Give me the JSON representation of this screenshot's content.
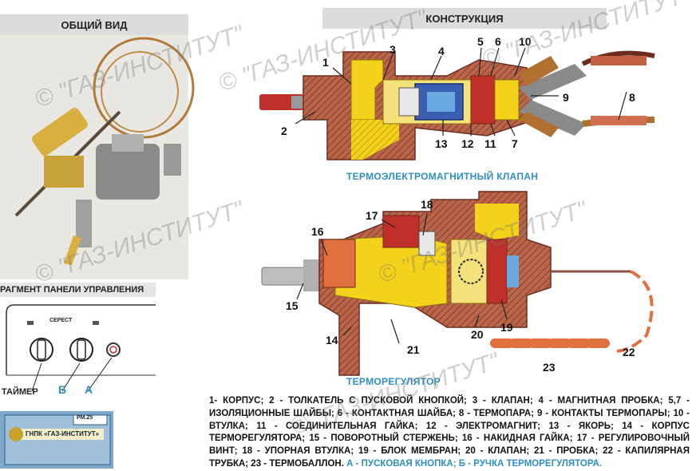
{
  "headers": {
    "general": "ОБЩИЙ ВИД",
    "construction": "КОНСТРУКЦИЯ",
    "panel": "РАГМЕНТ ПАНЕЛИ УПРАВЛЕНИЯ"
  },
  "captions": {
    "valve": "ТЕРМОЭЛЕКТРОМАГНИТНЫЙ КЛАПАН",
    "thermo": "ТЕРМОРЕГУЛЯТОР"
  },
  "panel_labels": {
    "timer": "ТАЙМЕР",
    "b": "Б",
    "a": "А",
    "brand": "СЕРЕСТ"
  },
  "badge": {
    "code": "РМ.25",
    "org": "ГНПК «ГАЗ-ИНСТИТУТ»"
  },
  "watermark": "© \"ГАЗ-ИНСТИТУТ\"",
  "numbers": {
    "n1": "1",
    "n2": "2",
    "n3": "3",
    "n4": "4",
    "n5": "5",
    "n6": "6",
    "n7": "7",
    "n8": "8",
    "n9": "9",
    "n10": "10",
    "n11": "11",
    "n12": "12",
    "n13": "13",
    "n14": "14",
    "n15": "15",
    "n16": "16",
    "n17": "17",
    "n18": "18",
    "n19": "19",
    "n20": "20",
    "n21": "21",
    "n22": "22",
    "n23": "23"
  },
  "legend": {
    "main": "1- КОРПУС; 2 - ТОЛКАТЕЛЬ С ПУСКОВОЙ КНОПКОЙ; 3 - КЛАПАН; 4 - МАГНИТНАЯ ПРОБКА; 5,7 - ИЗОЛЯЦИОННЫЕ ШАЙБЫ; 6 - КОНТАКТНАЯ ШАЙБА; 8 - ТЕРМОПАРА; 9 - КОНТАКТЫ ТЕРМОПАРЫ; 10 - ВТУЛКА; 11 - СОЕДИНИТЕЛЬНАЯ ГАЙКА; 12 - ЭЛЕКТРОМАГНИТ; 13 - ЯКОРЬ; 14 - КОРПУС ТЕРМОРЕГУЛЯТОРА; 15 - ПОВОРОТНЫЙ СТЕРЖЕНЬ; 16 - НАКИДНАЯ ГАЙКА; 17 - РЕГУЛИРОВОЧНЫЙ ВИНТ; 18 - УПОРНАЯ ВТУЛКА; 19 - БЛОК МЕМБРАН; 20 - КЛАПАН; 21 - ПРОБКА; 22 - КАПИЛЯРНАЯ ТРУБКА; 23 - ТЕРМОБАЛЛОН.",
    "a_note": "А - ПУСКОВАЯ КНОПКА;",
    "b_note": "Б - РУЧКА ТЕРМОРЕГУЛЯТОРА."
  }
}
